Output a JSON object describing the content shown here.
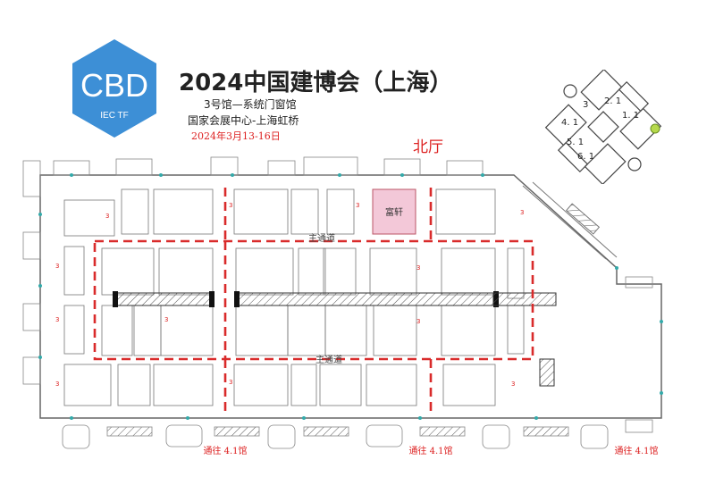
{
  "logo": {
    "text": "CBD",
    "subtext": "IEC TF",
    "color": "#3d8fd6"
  },
  "header": {
    "title": "2024中国建博会（上海）",
    "hall": "3号馆—系统门窗馆",
    "venue": "国家会展中心-上海虹桥",
    "date": "2024年3月13-16日"
  },
  "map": {
    "north_hall_label": "北厅",
    "main_aisle_top": "主通道",
    "main_aisle_bottom": "主通道",
    "highlight_booth": "富轩",
    "exits": [
      "通往 4.1馆",
      "通往 4.1馆",
      "通往 4.1馆"
    ]
  },
  "minimap": {
    "labels": [
      "3",
      "2. 1",
      "4. 1",
      "1. 1",
      "5. 1",
      "6. 1"
    ]
  },
  "colors": {
    "aisle_red": "#d92b2b",
    "highlight_fill": "#f3c8d8",
    "wall": "#555555"
  }
}
